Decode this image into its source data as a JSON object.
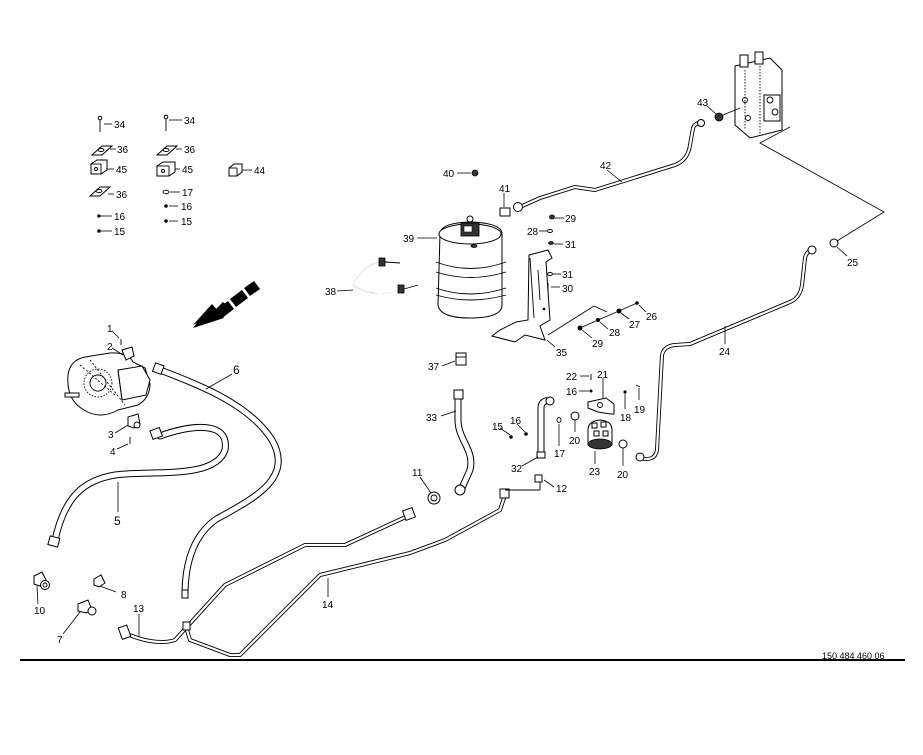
{
  "diagram": {
    "title": "Hydraulic steering system - exploded parts view",
    "drawing_number": "150 484 460 06",
    "direction_arrow": "travel-direction-arrow",
    "callouts": {
      "c1": "1",
      "c2": "2",
      "c3": "3",
      "c4": "4",
      "c5": "5",
      "c6": "6",
      "c7": "7",
      "c8": "8",
      "c10": "10",
      "c11": "11",
      "c12": "12",
      "c13": "13",
      "c14": "14",
      "c15a": "15",
      "c15b": "15",
      "c15c": "15",
      "c16a": "16",
      "c16b": "16",
      "c16c": "16",
      "c16d": "16",
      "c17a": "17",
      "c17b": "17",
      "c18": "18",
      "c19": "19",
      "c20a": "20",
      "c20b": "20",
      "c21": "21",
      "c22": "22",
      "c23": "23",
      "c24": "24",
      "c25": "25",
      "c26": "26",
      "c27": "27",
      "c28a": "28",
      "c28b": "28",
      "c29a": "29",
      "c29b": "29",
      "c30": "30",
      "c31a": "31",
      "c31b": "31",
      "c32": "32",
      "c33": "33",
      "c34a": "34",
      "c34b": "34",
      "c35": "35",
      "c36a": "36",
      "c36b": "36",
      "c36c": "36",
      "c37": "37",
      "c38": "38",
      "c39": "39",
      "c40": "40",
      "c41": "41",
      "c42": "42",
      "c43": "43",
      "c44": "44",
      "c45a": "45",
      "c45b": "45"
    }
  }
}
